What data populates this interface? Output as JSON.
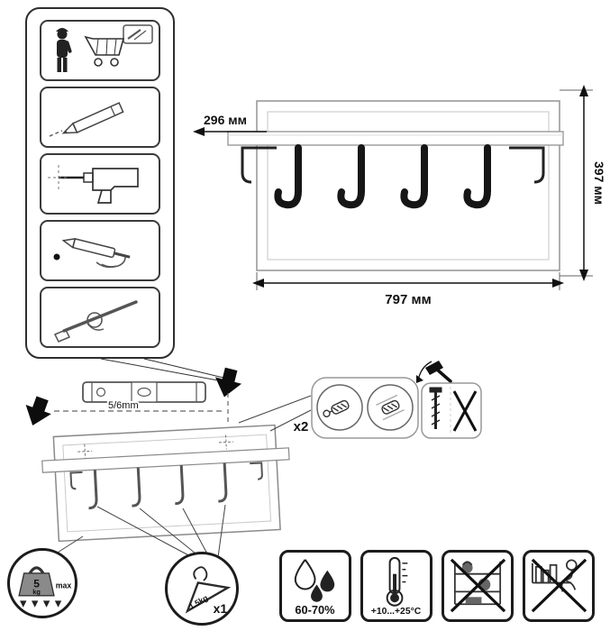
{
  "product": {
    "dim_depth": "296 мм",
    "dim_height": "397 мм",
    "dim_width": "797 мм"
  },
  "installation": {
    "level_note": "5/6mm",
    "fastener_count": "x2"
  },
  "limits": {
    "shelf_load_value": "5",
    "shelf_load_unit": "kg",
    "shelf_load_max_label": "max",
    "hook_load": "1.5kg",
    "hook_count": "x1",
    "humidity_range": "60-70%",
    "temperature_range": "+10...+25°C"
  },
  "colors": {
    "line": "#2e2e2e",
    "hook": "#161616",
    "panel_stroke": "#9a9a9a"
  },
  "icon_names": [
    "worker-cart-icon",
    "pencil-icon",
    "drill-icon",
    "dowel-insert-icon",
    "hand-fastener-icon",
    "spirit-level-icon",
    "mount-point-arrow-icon",
    "wall-plug-icon",
    "screw-in-plug-icon",
    "hammer-icon",
    "screw-icon",
    "prohibition-cross-icon",
    "weight-icon",
    "down-arrows-icon",
    "hanger-icon",
    "water-drops-icon",
    "thermometer-icon",
    "no-heavy-items-icon",
    "no-sitting-icon"
  ]
}
